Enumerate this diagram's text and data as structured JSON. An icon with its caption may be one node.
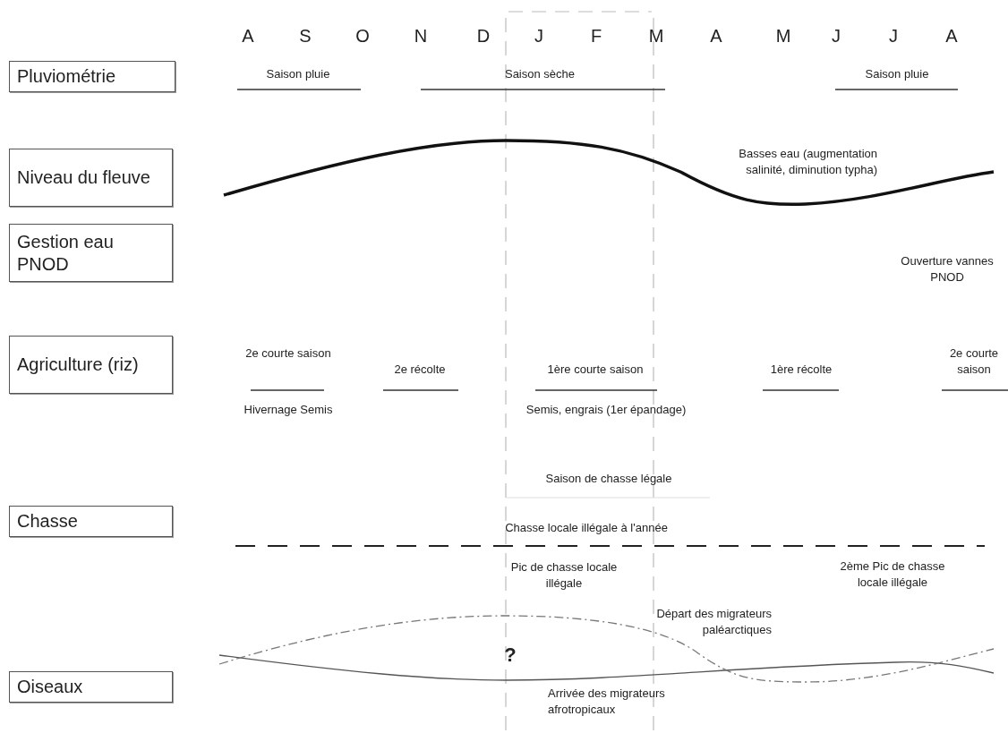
{
  "diagram": {
    "nodes": [
      {
        "text": [
          "Pluviométrie"
        ]
      },
      {
        "text": [
          "Niveau du fleuve"
        ]
      },
      {
        "text": [
          "Gestion eau PNOD"
        ]
      },
      {
        "text": [
          "Agriculture (riz)"
        ]
      },
      {
        "text": [
          "Chasse"
        ]
      },
      {
        "text": [
          "Oiseaux"
        ]
      }
    ],
    "labels": [
      "A",
      "S",
      "O",
      "N",
      "D",
      "J",
      "F",
      "M",
      "A",
      "M",
      "J",
      "J",
      "A",
      "Saison pluie",
      "Saison sèche",
      "Saison pluie",
      "Basses eau (augmentation salinité, diminution typha)",
      "Ouverture vannes PNOD",
      "2e courte saison",
      "2e récolte",
      "1ère courte saison",
      "1ère récolte",
      "2e courte saison",
      "Hivernage Semis",
      "Semis, engrais (1er épandage)",
      "Saison de chasse légale",
      "Chasse locale illégale à l'année",
      "Pic de chasse locale illégale",
      "2ème Pic de chasse locale illégale",
      "Départ des migrateurs paléarctiques",
      "?",
      "Arrivée des migrateurs afrotropicaux"
    ]
  }
}
